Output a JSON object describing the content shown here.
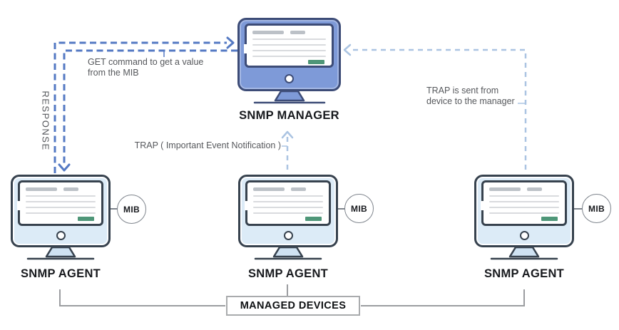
{
  "manager": {
    "label": "SNMP MANAGER"
  },
  "agents": [
    {
      "label": "SNMP AGENT",
      "mib_label": "MIB"
    },
    {
      "label": "SNMP AGENT",
      "mib_label": "MIB"
    },
    {
      "label": "SNMP AGENT",
      "mib_label": "MIB"
    }
  ],
  "annotations": {
    "get_command": {
      "line1": "GET command to get a value",
      "line2": "from the MIB"
    },
    "response": "RESPONSE",
    "trap_center": "TRAP ( Important Event Notification )",
    "trap_right": {
      "line1": "TRAP is sent from",
      "line2": "device to the manager"
    }
  },
  "footer": {
    "managed_devices_label": "MANAGED DEVICES"
  },
  "colors": {
    "manager_fill": "#7e9ad8",
    "manager_stroke": "#3d4c77",
    "agent_fill": "#dcebf7",
    "agent_stroke": "#37424e",
    "arrow_dark_blue": "#5479c3",
    "arrow_light_blue": "#abc4e2",
    "bracket_gray": "#9b9da0",
    "screen_green": "#4e9678",
    "mib_circle_stroke": "#7e848c"
  }
}
